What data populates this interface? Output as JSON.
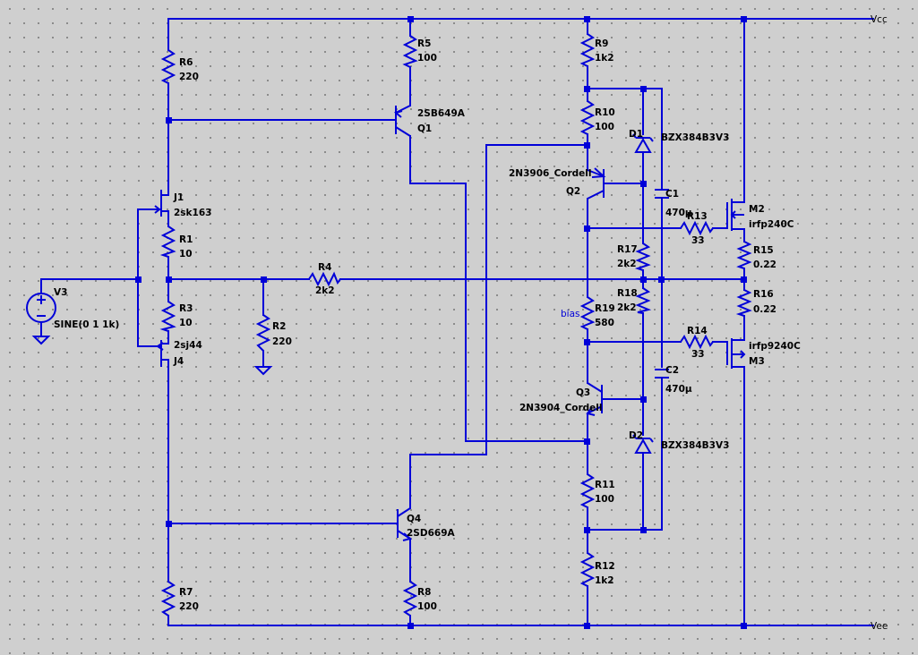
{
  "nets": {
    "vcc": "Vcc",
    "vee": "Vee",
    "bias": "bias"
  },
  "source": {
    "ref": "V3",
    "value": "SINE(0 1 1k)"
  },
  "resistors": {
    "r1": {
      "ref": "R1",
      "value": "10"
    },
    "r2": {
      "ref": "R2",
      "value": "220"
    },
    "r3": {
      "ref": "R3",
      "value": "10"
    },
    "r4": {
      "ref": "R4",
      "value": "2k2"
    },
    "r5": {
      "ref": "R5",
      "value": "100"
    },
    "r6": {
      "ref": "R6",
      "value": "220"
    },
    "r7": {
      "ref": "R7",
      "value": "220"
    },
    "r8": {
      "ref": "R8",
      "value": "100"
    },
    "r9": {
      "ref": "R9",
      "value": "1k2"
    },
    "r10": {
      "ref": "R10",
      "value": "100"
    },
    "r11": {
      "ref": "R11",
      "value": "100"
    },
    "r12": {
      "ref": "R12",
      "value": "1k2"
    },
    "r13": {
      "ref": "R13",
      "value": "33"
    },
    "r14": {
      "ref": "R14",
      "value": "33"
    },
    "r15": {
      "ref": "R15",
      "value": "0.22"
    },
    "r16": {
      "ref": "R16",
      "value": "0.22"
    },
    "r17": {
      "ref": "R17",
      "value": "2k2"
    },
    "r18": {
      "ref": "R18",
      "value": "2k2"
    },
    "r19": {
      "ref": "R19",
      "value": "580"
    }
  },
  "transistors": {
    "q1": {
      "ref": "Q1",
      "model": "2SB649A"
    },
    "q2": {
      "ref": "Q2",
      "model": "2N3906_Cordell"
    },
    "q3": {
      "ref": "Q3",
      "model": "2N3904_Cordell"
    },
    "q4": {
      "ref": "Q4",
      "model": "2SD669A"
    },
    "j1": {
      "ref": "J1",
      "model": "2sk163"
    },
    "j4": {
      "ref": "J4",
      "model": "2sj44"
    },
    "m2": {
      "ref": "M2",
      "model": "irfp240C"
    },
    "m3": {
      "ref": "M3",
      "model": "irfp9240C"
    }
  },
  "diodes": {
    "d1": {
      "ref": "D1",
      "model": "BZX384B3V3"
    },
    "d2": {
      "ref": "D2",
      "model": "BZX384B3V3"
    }
  },
  "capacitors": {
    "c1": {
      "ref": "C1",
      "value": "470µ"
    },
    "c2": {
      "ref": "C2",
      "value": "470µ"
    }
  }
}
